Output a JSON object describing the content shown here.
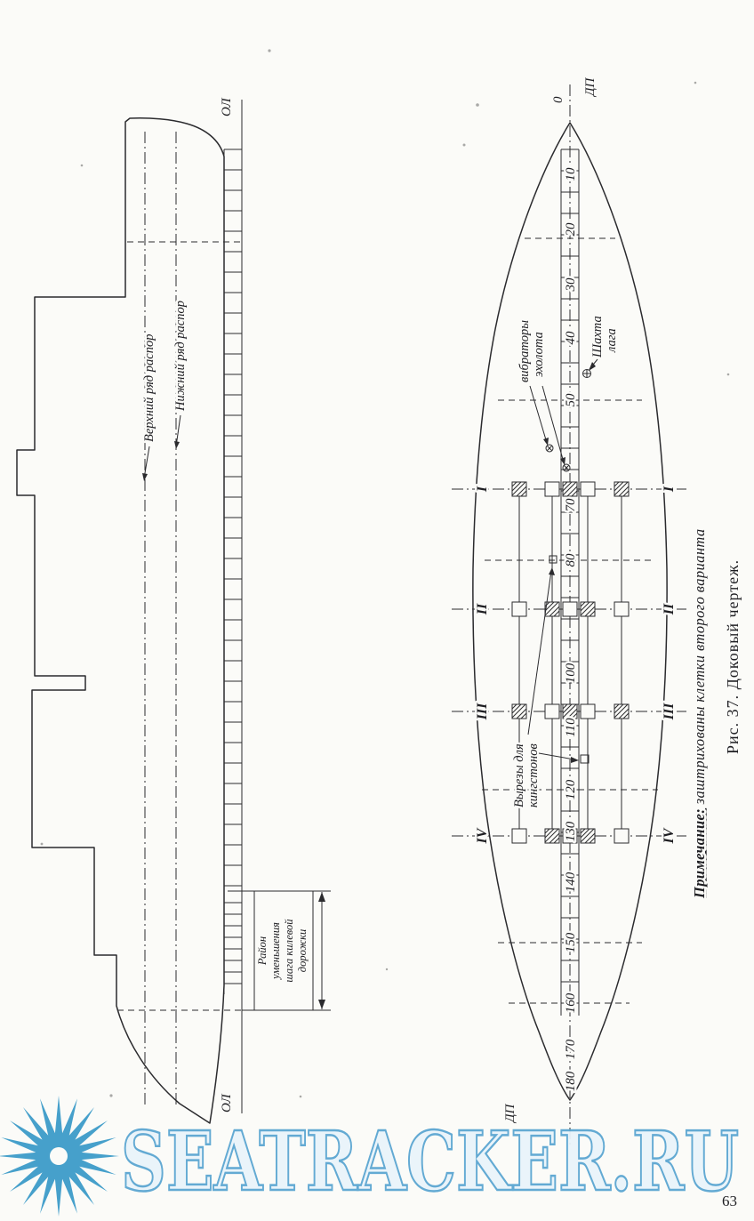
{
  "page": {
    "number": "63"
  },
  "watermark": {
    "text": "SEATRACKER.RU"
  },
  "figure": {
    "caption": "Рис. 37. Доковый чертеж.",
    "note_label": "Примечание:",
    "note_text": " заштрихованы клетки второго варианта"
  },
  "profile_view": {
    "baseline_top": "ОЛ",
    "baseline_bottom": "ОЛ",
    "upper_row": "Верхний ряд распор",
    "lower_row": "Нижний ряд распор",
    "keel_note": [
      "Район",
      "уменьшения",
      "шага килевой",
      "дорожки"
    ]
  },
  "plan_view": {
    "centerline_top": "ДП",
    "centerline_bottom": "ДП",
    "frame_zero": "0",
    "frames": [
      "10",
      "20",
      "30",
      "40",
      "50",
      "70",
      "80",
      "100",
      "110",
      "120",
      "130",
      "140",
      "150",
      "160",
      "170",
      "180"
    ],
    "row_labels": [
      "I",
      "II",
      "III",
      "IV"
    ],
    "vibrators_label": [
      "вибраторы",
      "эхолота"
    ],
    "log_shaft_label": [
      "Шахта",
      "лага"
    ],
    "kingston_label": [
      "Вырезы для",
      "кингстонов"
    ]
  }
}
